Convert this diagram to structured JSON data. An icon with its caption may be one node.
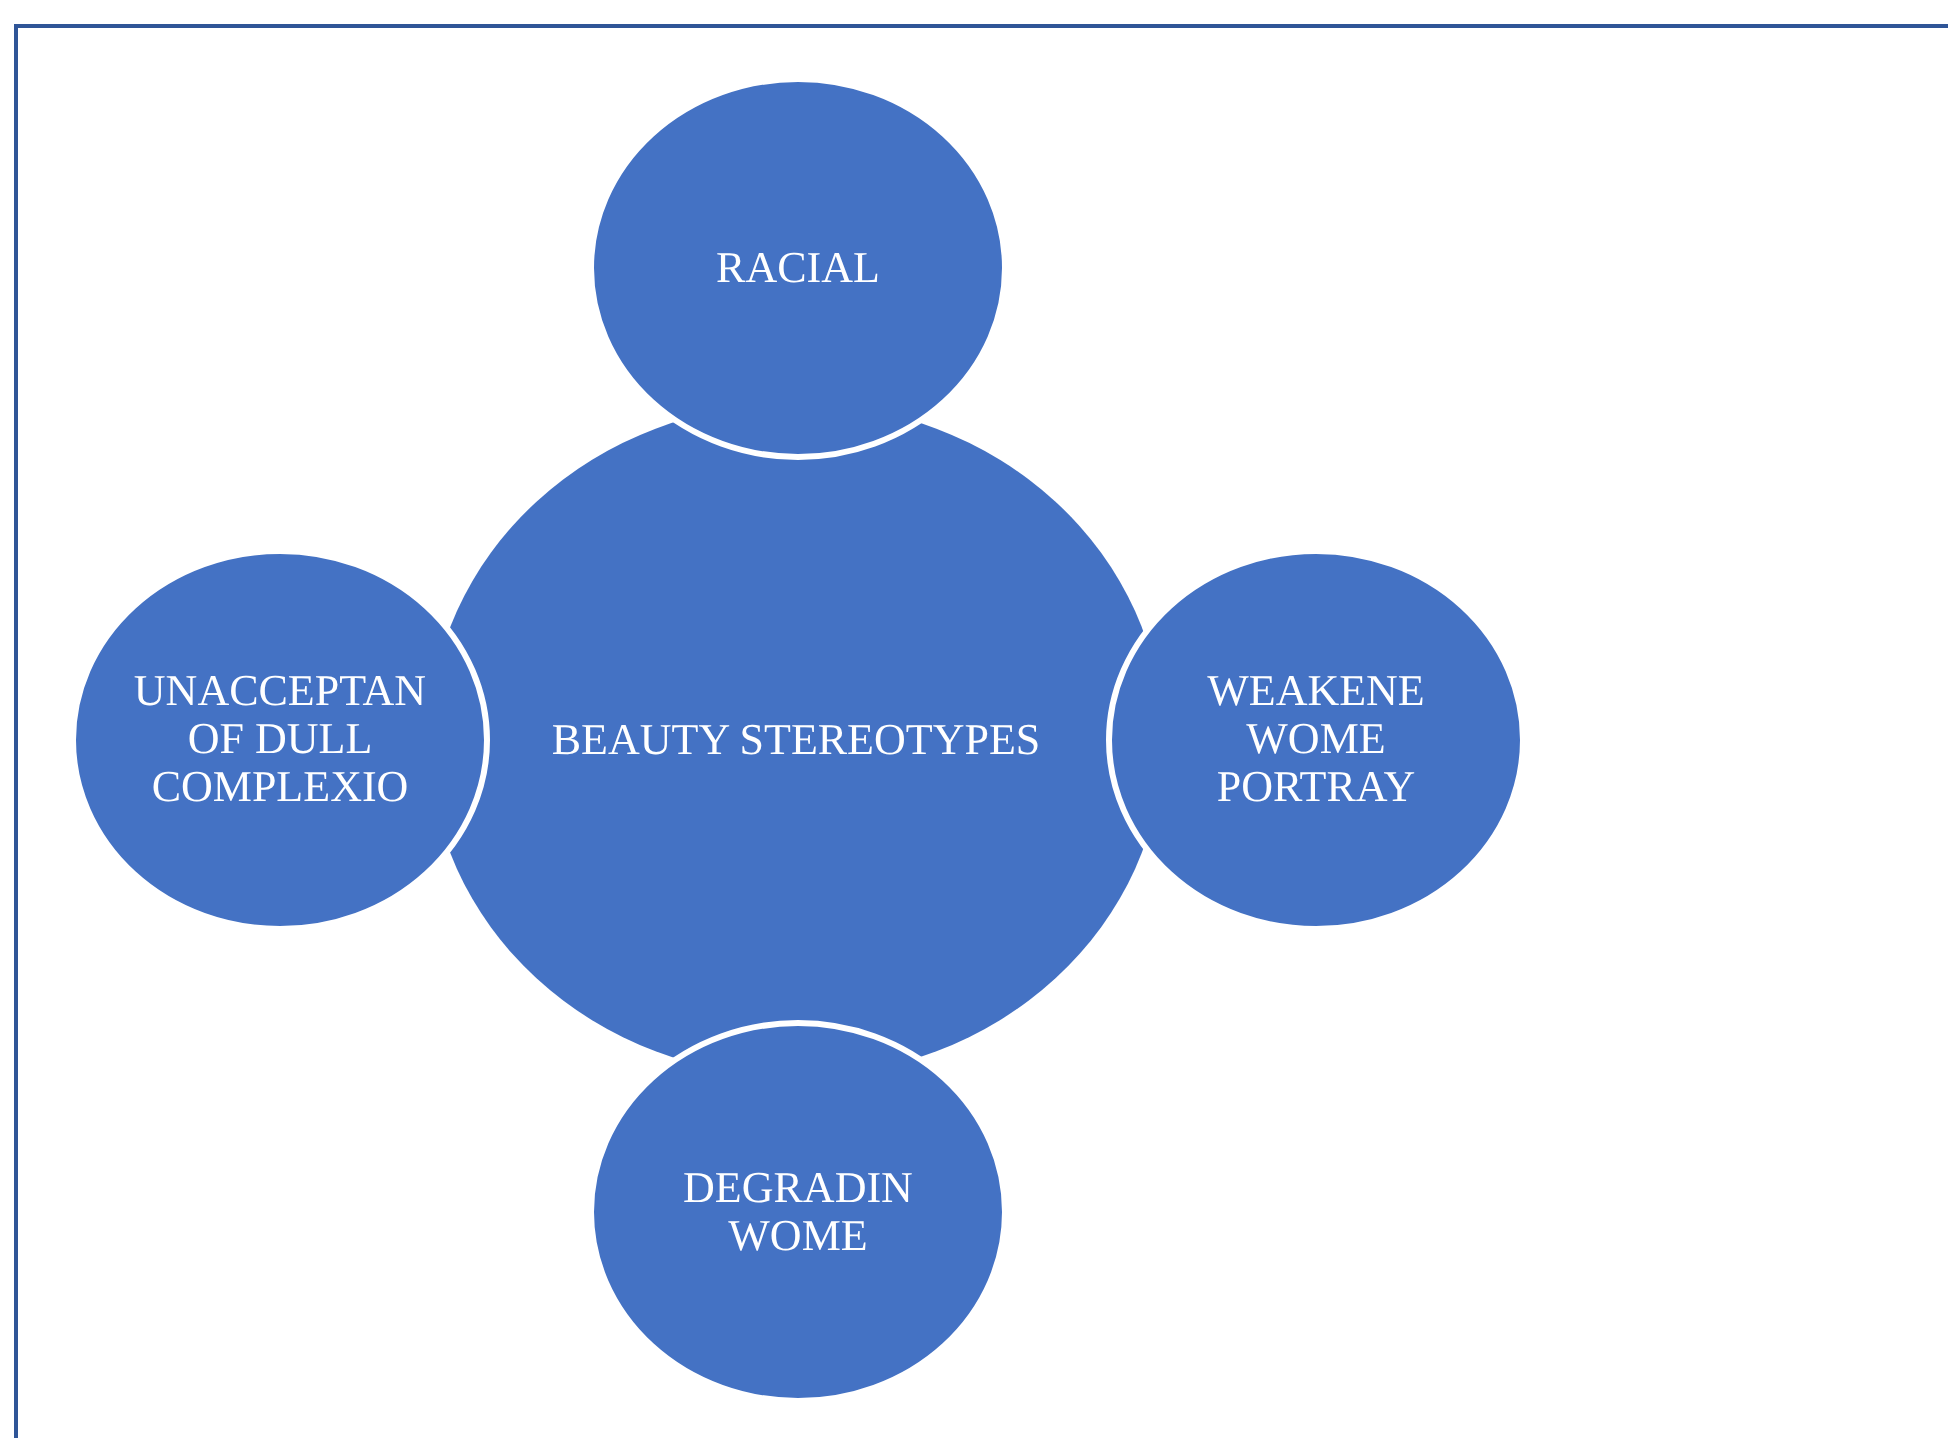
{
  "diagram": {
    "nodes": [
      {
        "text": [
          "BEAUTY STEREOTYPES"
        ]
      },
      {
        "text": [
          "RACIAL"
        ]
      },
      {
        "text": [
          "UNACCEPTAN OF DULL COMPLEXIO"
        ]
      },
      {
        "text": [
          "WEAKENE WOME PORTRAY"
        ]
      },
      {
        "text": [
          "DEGRADIN WOME"
        ]
      }
    ],
    "edges": []
  }
}
